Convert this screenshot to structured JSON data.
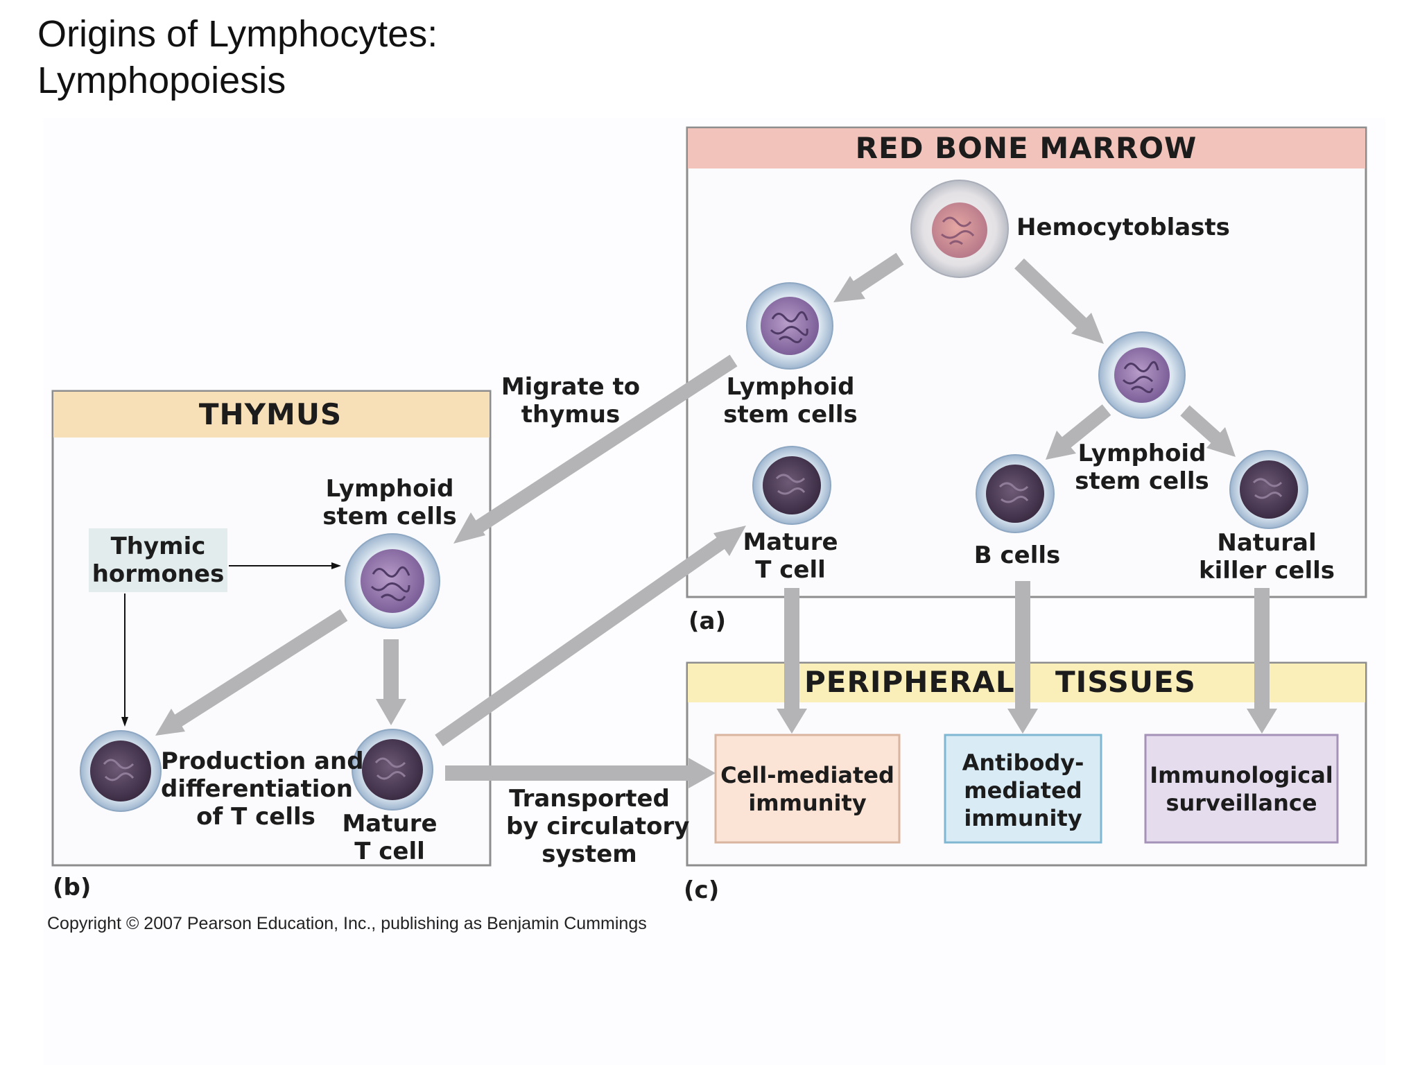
{
  "title": {
    "line1": "Origins of Lymphocytes:",
    "line2": "Lymphopoiesis"
  },
  "panels": {
    "red_bone_marrow": {
      "header": "RED BONE MARROW",
      "tag": "(a)"
    },
    "thymus": {
      "header": "THYMUS",
      "tag": "(b)"
    },
    "peripheral_tissues": {
      "header_left": "PERIPHERAL",
      "header_right": "TISSUES",
      "tag": "(c)"
    }
  },
  "labels": {
    "hemocytoblasts": "Hemocytoblasts",
    "lymphoid_stem_a": [
      "Lymphoid",
      "stem cells"
    ],
    "lymphoid_stem_b": [
      "Lymphoid",
      "stem cells"
    ],
    "lymphoid_stem_thymus": [
      "Lymphoid",
      "stem cells"
    ],
    "mature_t_marrow": [
      "Mature",
      "T cell"
    ],
    "b_cells": "B cells",
    "nk_cells": [
      "Natural",
      "killer cells"
    ],
    "migrate": [
      "Migrate to",
      "thymus"
    ],
    "thymic_hormones": [
      "Thymic",
      "hormones"
    ],
    "production": [
      "Production and",
      "differentiation",
      "of T cells"
    ],
    "mature_t_thymus": [
      "Mature",
      "T cell"
    ],
    "transported": [
      "Transported",
      "by circulatory",
      "system"
    ]
  },
  "outcomes": {
    "cell_mediated": [
      "Cell-mediated",
      "immunity"
    ],
    "antibody": [
      "Antibody-",
      "mediated",
      "immunity"
    ],
    "surveillance": [
      "Immunological",
      "surveillance"
    ]
  },
  "copyright": "Copyright © 2007 Pearson Education, Inc., publishing as Benjamin Cummings",
  "colors": {
    "marrow_header": "#f2c3ba",
    "thymus_header": "#f7dfb8",
    "peripheral_header": "#fbefb9",
    "cell_mediated_box": "#fbe4d6",
    "antibody_box": "#d9ecf6",
    "surveillance_box": "#e5dcee",
    "hormone_box": "#e2ecec",
    "arrow": "#b4b4b6",
    "border": "#8d8d8d"
  }
}
